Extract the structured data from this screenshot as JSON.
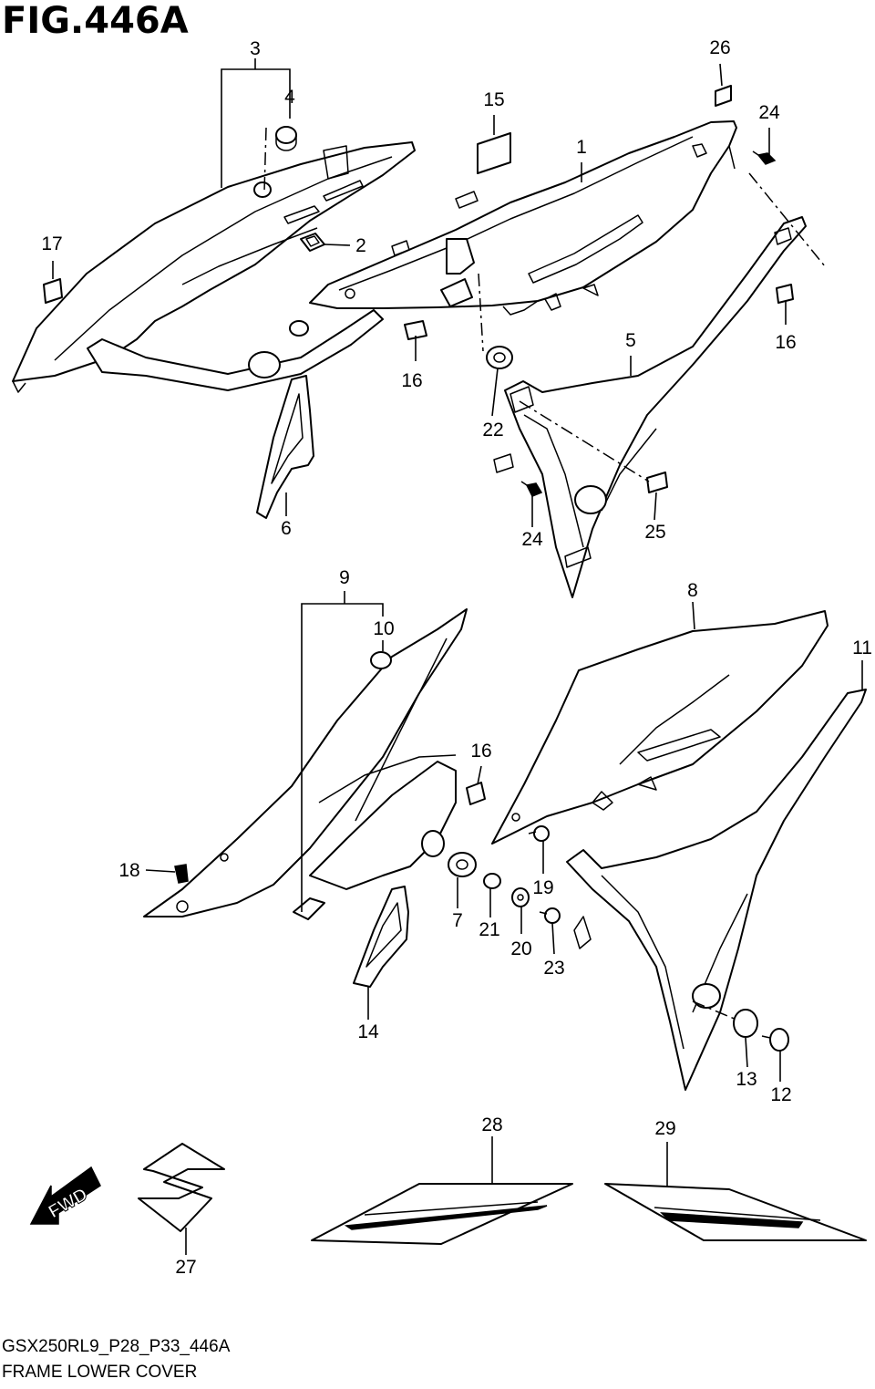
{
  "header": {
    "figure_title": "FIG.446A"
  },
  "footer": {
    "model_code": "GSX250RL9_P28_P33_446A",
    "section_name": "FRAME LOWER COVER"
  },
  "fwd_arrow": {
    "label": "FWD"
  },
  "callouts": {
    "c1": "1",
    "c2": "2",
    "c3": "3",
    "c4": "4",
    "c5": "5",
    "c6": "6",
    "c7": "7",
    "c8": "8",
    "c9": "9",
    "c10": "10",
    "c11": "11",
    "c12": "12",
    "c13": "13",
    "c14": "14",
    "c15": "15",
    "c16a": "16",
    "c16b": "16",
    "c16c": "16",
    "c17": "17",
    "c18": "18",
    "c19": "19",
    "c20": "20",
    "c21": "21",
    "c22": "22",
    "c23": "23",
    "c24a": "24",
    "c24b": "24",
    "c25": "25",
    "c26": "26",
    "c27": "27",
    "c28": "28",
    "c29": "29"
  },
  "colors": {
    "line": "#000000",
    "background": "#ffffff"
  }
}
